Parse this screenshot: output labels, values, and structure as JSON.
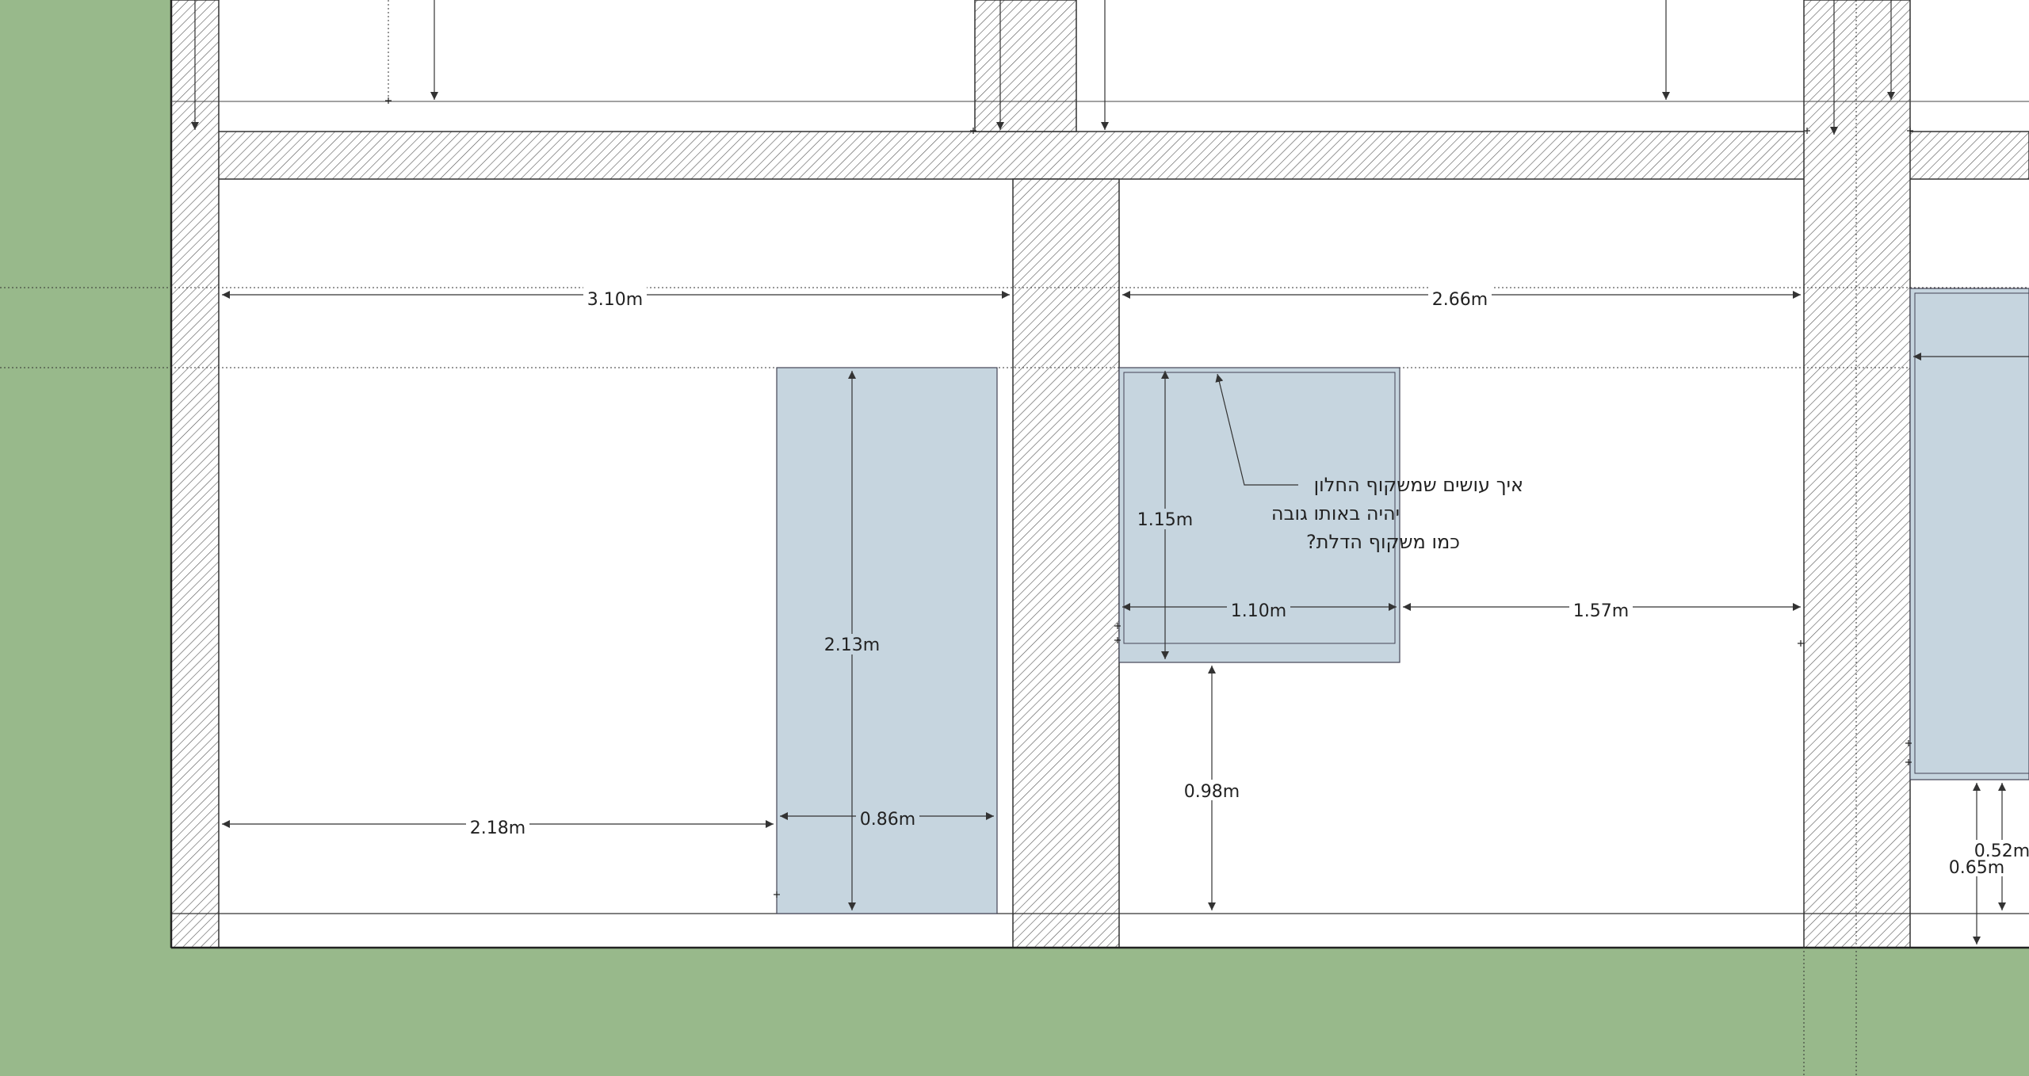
{
  "colors": {
    "background": "#98b98b",
    "paper": "#ffffff",
    "wall_hatch": "#444444",
    "opening_fill": "#c6d5df",
    "line": "#333333",
    "text": "#222222"
  },
  "dimensions": {
    "room_width_left": "3.10m",
    "room_width_right": "2.66m",
    "door_height": "2.13m",
    "door_to_wall": "2.18m",
    "door_width": "0.86m",
    "window_height": "1.15m",
    "window_width": "1.10m",
    "window_to_wall": "1.57m",
    "sill_height": "0.98m",
    "edge_dim_a": "0.52m",
    "edge_dim_b": "0.65m"
  },
  "annotation": {
    "line1": "איך עושים שמשקוף החלון",
    "line2": "יהיה באותו גובה",
    "line3": "כמו משקוף הדלת?"
  }
}
